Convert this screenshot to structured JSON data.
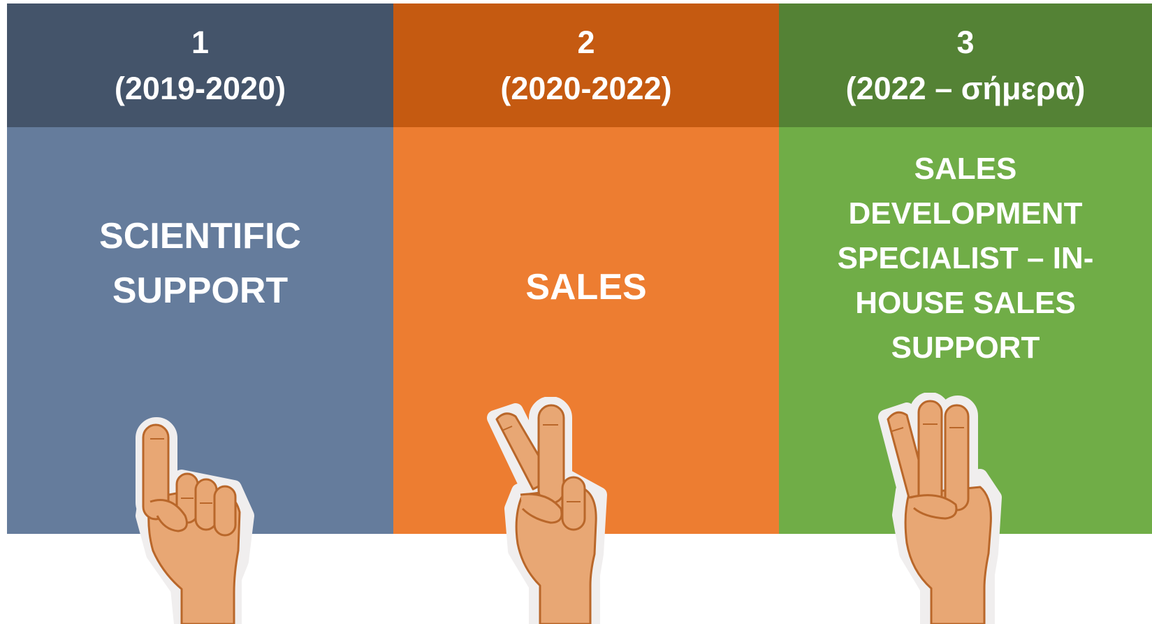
{
  "columns": [
    {
      "number": "1",
      "period": "(2019-2020)",
      "title_lines": [
        "SCIENTIFIC",
        "SUPPORT"
      ],
      "fingers": 1,
      "header_color": "#44546a",
      "body_color": "#657c9c"
    },
    {
      "number": "2",
      "period": "(2020-2022)",
      "title_lines": [
        "SALES"
      ],
      "fingers": 2,
      "header_color": "#c55a11",
      "body_color": "#ed7d31"
    },
    {
      "number": "3",
      "period": "(2022 – σήμερα)",
      "title_lines": [
        "SALES",
        "DEVELOPMENT",
        "SPECIALIST – IN-",
        "HOUSE SALES",
        "SUPPORT"
      ],
      "fingers": 3,
      "header_color": "#548235",
      "body_color": "#70ad47"
    }
  ],
  "hand_color": "#e8a774",
  "hand_outline": "#b9672a"
}
